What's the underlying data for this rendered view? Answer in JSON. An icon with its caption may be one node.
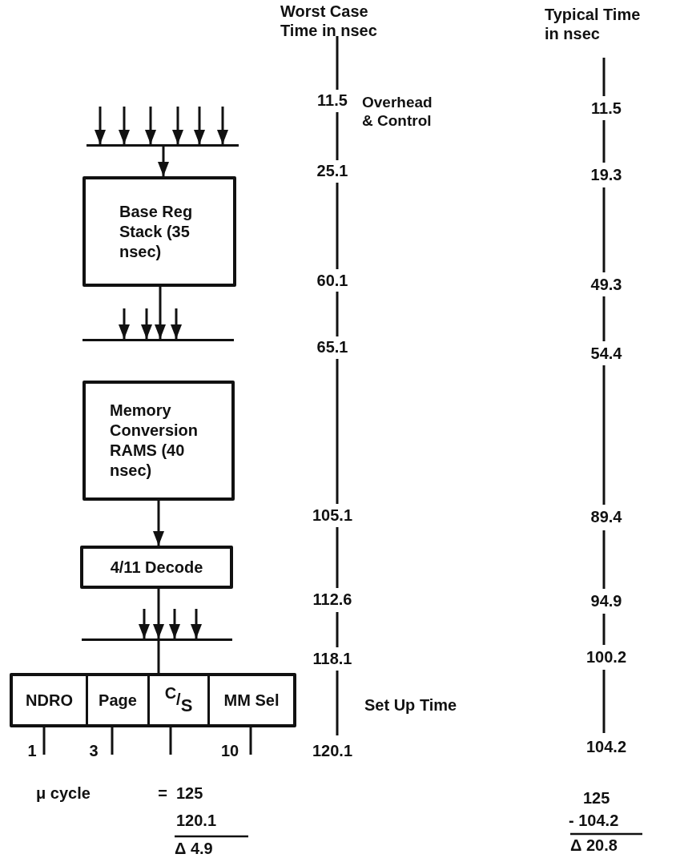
{
  "diagram": {
    "nodes": [
      {
        "text": [],
        "shape": "bar"
      },
      {
        "text": [
          "Base Reg Stack (35 nsec)"
        ]
      },
      {
        "text": [],
        "shape": "bar"
      },
      {
        "text": [
          "Memory Conversion RAMS (40 nsec)"
        ]
      },
      {
        "text": [
          "4/11 Decode"
        ]
      },
      {
        "text": [],
        "shape": "bar"
      },
      {
        "text": [],
        "shape": "box"
      },
      {
        "text": [
          "NDRO"
        ],
        "in": 6
      },
      {
        "text": [
          "Page"
        ],
        "in": 6
      },
      {
        "text": [
          "$^{C}$/$_{S}$"
        ],
        "in": 6
      },
      {
        "text": [
          "MM Sel"
        ],
        "in": 6
      }
    ],
    "edges": [
      {
        "from": null,
        "to": 0,
        "arrow": "to"
      },
      {
        "from": null,
        "to": 0,
        "arrow": "to"
      },
      {
        "from": null,
        "to": 0,
        "arrow": "to"
      },
      {
        "from": null,
        "to": 0,
        "arrow": "to"
      },
      {
        "from": null,
        "to": 0,
        "arrow": "to"
      },
      {
        "from": null,
        "to": 0,
        "arrow": "to"
      },
      {
        "from": 0,
        "to": 1,
        "arrow": "to"
      },
      {
        "from": 1,
        "to": 2,
        "arrow": "to"
      },
      {
        "from": null,
        "to": 2,
        "arrow": "to"
      },
      {
        "from": null,
        "to": 2,
        "arrow": "to"
      },
      {
        "from": null,
        "to": 2,
        "arrow": "to"
      },
      {
        "from": 3,
        "to": 4,
        "arrow": "to"
      },
      {
        "from": 4,
        "to": 5,
        "arrow": "to"
      },
      {
        "from": null,
        "to": 5,
        "arrow": "to"
      },
      {
        "from": null,
        "to": 5,
        "arrow": "to"
      },
      {
        "from": null,
        "to": 5,
        "arrow": "to"
      },
      {
        "from": 5,
        "to": 9,
        "arrow": "none"
      },
      {
        "from": 7,
        "to": null,
        "arrow": "none"
      },
      {
        "from": 8,
        "to": null,
        "arrow": "none"
      },
      {
        "from": 9,
        "to": null,
        "arrow": "none"
      },
      {
        "from": 10,
        "to": null,
        "arrow": "none"
      }
    ],
    "labels": [
      "Worst Case Time in nsec",
      "Typical Time in nsec",
      "11.5",
      "Overhead & Control",
      "11.5",
      "25.1",
      "19.3",
      "60.1",
      "49.3",
      "65.1",
      "54.4",
      "105.1",
      "89.4",
      "112.6",
      "94.9",
      "118.1",
      "100.2",
      "Set Up Time",
      "1",
      "3",
      "10",
      "120.1",
      "104.2",
      "μ cycle",
      "=",
      "125",
      "120.1",
      "Δ 4.9",
      "125",
      "- 104.2",
      "Δ 20.8"
    ]
  }
}
